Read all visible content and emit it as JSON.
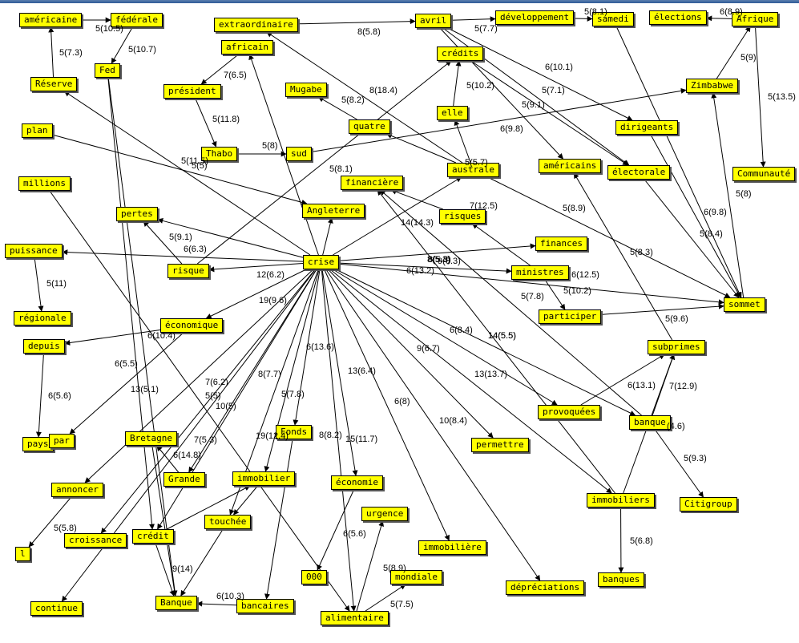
{
  "nodes": [
    {
      "id": "americaine",
      "label": "américaine"
    },
    {
      "id": "federale",
      "label": "fédérale"
    },
    {
      "id": "fed",
      "label": "Fed"
    },
    {
      "id": "reserve",
      "label": "Réserve"
    },
    {
      "id": "extraordinaire",
      "label": "extraordinaire"
    },
    {
      "id": "avril",
      "label": "avril"
    },
    {
      "id": "developpement",
      "label": "développement"
    },
    {
      "id": "samedi",
      "label": "samedi"
    },
    {
      "id": "elections",
      "label": "élections"
    },
    {
      "id": "afrique",
      "label": "Afrique"
    },
    {
      "id": "africain",
      "label": "africain"
    },
    {
      "id": "credits",
      "label": "crédits"
    },
    {
      "id": "zimbabwe",
      "label": "Zimbabwe"
    },
    {
      "id": "president",
      "label": "président"
    },
    {
      "id": "mugabe",
      "label": "Mugabe"
    },
    {
      "id": "quatre",
      "label": "quatre"
    },
    {
      "id": "elle",
      "label": "elle"
    },
    {
      "id": "dirigeants",
      "label": "dirigeants"
    },
    {
      "id": "plan",
      "label": "plan"
    },
    {
      "id": "thabo",
      "label": "Thabo"
    },
    {
      "id": "sud",
      "label": "sud"
    },
    {
      "id": "australe",
      "label": "australe"
    },
    {
      "id": "americains",
      "label": "américains"
    },
    {
      "id": "electorale",
      "label": "électorale"
    },
    {
      "id": "communaute",
      "label": "Communauté"
    },
    {
      "id": "millions",
      "label": "millions"
    },
    {
      "id": "financiere",
      "label": "financière"
    },
    {
      "id": "pertes",
      "label": "pertes"
    },
    {
      "id": "angleterre",
      "label": "Angleterre"
    },
    {
      "id": "risques",
      "label": "risques"
    },
    {
      "id": "puissance",
      "label": "puissance"
    },
    {
      "id": "finances",
      "label": "finances"
    },
    {
      "id": "crise",
      "label": "crise"
    },
    {
      "id": "risque",
      "label": "risque"
    },
    {
      "id": "ministres",
      "label": "ministres"
    },
    {
      "id": "sommet",
      "label": "sommet"
    },
    {
      "id": "regionale",
      "label": "régionale"
    },
    {
      "id": "participer",
      "label": "participer"
    },
    {
      "id": "economique",
      "label": "économique"
    },
    {
      "id": "depuis",
      "label": "depuis"
    },
    {
      "id": "subprimes",
      "label": "subprimes"
    },
    {
      "id": "provoquees",
      "label": "provoquées"
    },
    {
      "id": "banque",
      "label": "banque"
    },
    {
      "id": "pays",
      "label": "pays"
    },
    {
      "id": "par",
      "label": "par"
    },
    {
      "id": "bretagne",
      "label": "Bretagne"
    },
    {
      "id": "fonds",
      "label": "Fonds"
    },
    {
      "id": "permettre",
      "label": "permettre"
    },
    {
      "id": "grande",
      "label": "Grande"
    },
    {
      "id": "immobilier",
      "label": "immobilier"
    },
    {
      "id": "economie",
      "label": "économie"
    },
    {
      "id": "annoncer",
      "label": "annoncer"
    },
    {
      "id": "immobiliers",
      "label": "immobiliers"
    },
    {
      "id": "citigroup",
      "label": "Citigroup"
    },
    {
      "id": "touchee",
      "label": "touchée"
    },
    {
      "id": "urgence",
      "label": "urgence"
    },
    {
      "id": "l",
      "label": "l"
    },
    {
      "id": "croissance",
      "label": "croissance"
    },
    {
      "id": "credit",
      "label": "crédit"
    },
    {
      "id": "immobiliere",
      "label": "immobilière"
    },
    {
      "id": "banques",
      "label": "banques"
    },
    {
      "id": "n000",
      "label": "000"
    },
    {
      "id": "mondiale",
      "label": "mondiale"
    },
    {
      "id": "depreciations",
      "label": "dépréciations"
    },
    {
      "id": "continue",
      "label": "continue"
    },
    {
      "id": "banque2",
      "label": "Banque"
    },
    {
      "id": "bancaires",
      "label": "bancaires"
    },
    {
      "id": "alimentaire",
      "label": "alimentaire"
    }
  ],
  "edges": [
    {
      "from": "americaine",
      "to": "federale",
      "label": "5(10.5)"
    },
    {
      "from": "federale",
      "to": "fed",
      "label": "5(10.7)"
    },
    {
      "from": "reserve",
      "to": "americaine",
      "label": "5(7.3)"
    },
    {
      "from": "fed",
      "to": "banque2",
      "label": ""
    },
    {
      "from": "extraordinaire",
      "to": "avril",
      "label": "8(5.8)"
    },
    {
      "from": "avril",
      "to": "developpement",
      "label": "5(7.7)"
    },
    {
      "from": "developpement",
      "to": "samedi",
      "label": "5(8.1)"
    },
    {
      "from": "afrique",
      "to": "elections",
      "label": "6(8.9)"
    },
    {
      "from": "afrique",
      "to": "communaute",
      "label": "5(13.5)"
    },
    {
      "from": "zimbabwe",
      "to": "afrique",
      "label": "5(9)"
    },
    {
      "from": "africain",
      "to": "president",
      "label": "7(6.5)"
    },
    {
      "from": "president",
      "to": "thabo",
      "label": "5(11.8)"
    },
    {
      "from": "thabo",
      "to": "sud",
      "label": "5(8)"
    },
    {
      "from": "sud",
      "to": "zimbabwe",
      "label": ""
    },
    {
      "from": "quatre",
      "to": "mugabe",
      "label": "5(8.2)"
    },
    {
      "from": "australe",
      "to": "extraordinaire",
      "label": "8(18.4)"
    },
    {
      "from": "australe",
      "to": "quatre",
      "label": "5(5.7)"
    },
    {
      "from": "australe",
      "to": "elle",
      "label": ""
    },
    {
      "from": "elle",
      "to": "credits",
      "label": "5(10.2)"
    },
    {
      "from": "risque",
      "to": "credits",
      "label": "5(8.1)"
    },
    {
      "from": "avril",
      "to": "americains",
      "label": "5(9.1)"
    },
    {
      "from": "avril",
      "to": "dirigeants",
      "label": "6(10.1)"
    },
    {
      "from": "avril",
      "to": "electorale",
      "label": "5(7.1)"
    },
    {
      "from": "samedi",
      "to": "sommet",
      "label": "5(8.9)"
    },
    {
      "from": "dirigeants",
      "to": "sommet",
      "label": "6(9.8)"
    },
    {
      "from": "electorale",
      "to": "sommet",
      "label": "5(8.4)"
    },
    {
      "from": "sommet",
      "to": "zimbabwe",
      "label": "5(8)"
    },
    {
      "from": "australe",
      "to": "sommet",
      "label": "5(8.3)"
    },
    {
      "from": "credits",
      "to": "electorale",
      "label": "6(9.8)"
    },
    {
      "from": "plan",
      "to": "angleterre",
      "label": "5(11.5)"
    },
    {
      "from": "crise",
      "to": "reserve",
      "label": "5(5)"
    },
    {
      "from": "crise",
      "to": "africain",
      "label": ""
    },
    {
      "from": "crise",
      "to": "angleterre",
      "label": ""
    },
    {
      "from": "crise",
      "to": "australe",
      "label": "14(14.3)"
    },
    {
      "from": "crise",
      "to": "finances",
      "label": "8(5.3)"
    },
    {
      "from": "crise",
      "to": "ministres",
      "label": "9(6.3)"
    },
    {
      "from": "crise",
      "to": "risque",
      "label": "12(6.2)"
    },
    {
      "from": "crise",
      "to": "puissance",
      "label": ""
    },
    {
      "from": "crise",
      "to": "pertes",
      "label": "6(6.3)"
    },
    {
      "from": "risque",
      "to": "pertes",
      "label": "5(9.1)"
    },
    {
      "from": "crise",
      "to": "sommet",
      "label": "6(13.2)"
    },
    {
      "from": "crise",
      "to": "economique",
      "label": "19(9.6)"
    },
    {
      "from": "crise",
      "to": "banque",
      "label": "6(8.4)"
    },
    {
      "from": "crise",
      "to": "provoquees",
      "label": "9(6.7)"
    },
    {
      "from": "crise",
      "to": "immobiliers",
      "label": "13(13.7)"
    },
    {
      "from": "crise",
      "to": "permettre",
      "label": "10(8.4)"
    },
    {
      "from": "crise",
      "to": "immobiliere",
      "label": "6(8)"
    },
    {
      "from": "crise",
      "to": "depreciations",
      "label": ""
    },
    {
      "from": "crise",
      "to": "economie",
      "label": "13(6.4)"
    },
    {
      "from": "crise",
      "to": "fonds",
      "label": "6(13.6)"
    },
    {
      "from": "crise",
      "to": "alimentaire",
      "label": "15(11.7)"
    },
    {
      "from": "crise",
      "to": "touchee",
      "label": "8(7.7)"
    },
    {
      "from": "crise",
      "to": "grande",
      "label": "10(5)"
    },
    {
      "from": "crise",
      "to": "croissance",
      "label": "5(5)"
    },
    {
      "from": "crise",
      "to": "continue",
      "label": "7(6.2)"
    },
    {
      "from": "crise",
      "to": "credit",
      "label": "19(12.4)"
    },
    {
      "from": "crise",
      "to": "annoncer",
      "label": "13(5.1)"
    },
    {
      "from": "crise",
      "to": "immobilier",
      "label": "5(7.8)"
    },
    {
      "from": "risques",
      "to": "financiere",
      "label": "7(12.5)"
    },
    {
      "from": "ministres",
      "to": "risques",
      "label": "6(12.5)"
    },
    {
      "from": "ministres",
      "to": "participer",
      "label": "5(10.2)"
    },
    {
      "from": "participer",
      "to": "sommet",
      "label": ""
    },
    {
      "from": "subprimes",
      "to": "americains",
      "label": "5(9.6)"
    },
    {
      "from": "provoquees",
      "to": "subprimes",
      "label": "6(13.1)"
    },
    {
      "from": "banque",
      "to": "subprimes",
      "label": "7(12.9)"
    },
    {
      "from": "banque",
      "to": "financiere",
      "label": "14(5.5)"
    },
    {
      "from": "banque",
      "to": "citigroup",
      "label": "5(9.3)"
    },
    {
      "from": "immobiliers",
      "to": "financiere",
      "label": ""
    },
    {
      "from": "immobiliers",
      "to": "subprimes",
      "label": ""
    },
    {
      "from": "immobiliers",
      "to": "banques",
      "label": "5(6.8)"
    },
    {
      "from": "puissance",
      "to": "regionale",
      "label": "5(11)"
    },
    {
      "from": "economique",
      "to": "depuis",
      "label": "6(10.4)"
    },
    {
      "from": "economique",
      "to": "par",
      "label": "6(5.5)"
    },
    {
      "from": "depuis",
      "to": "pays",
      "label": "6(5.6)"
    },
    {
      "from": "grande",
      "to": "bretagne",
      "label": "6(14.8)"
    },
    {
      "from": "bretagne",
      "to": "banque2",
      "label": "7(5.3)"
    },
    {
      "from": "annoncer",
      "to": "l",
      "label": "5(5.8)"
    },
    {
      "from": "credit",
      "to": "immobilier",
      "label": ""
    },
    {
      "from": "credit",
      "to": "banque2",
      "label": "9(14)"
    },
    {
      "from": "immobilier",
      "to": "touchee",
      "label": ""
    },
    {
      "from": "touchee",
      "to": "banque2",
      "label": ""
    },
    {
      "from": "fonds",
      "to": "bancaires",
      "label": ""
    },
    {
      "from": "bancaires",
      "to": "banque2",
      "label": "6(10.3)"
    },
    {
      "from": "economie",
      "to": "n000",
      "label": "6(5.6)"
    },
    {
      "from": "alimentaire",
      "to": "urgence",
      "label": "5(8.9)"
    },
    {
      "from": "alimentaire",
      "to": "mondiale",
      "label": "5(7.5)"
    },
    {
      "from": "millions",
      "to": "alimentaire",
      "label": ""
    },
    {
      "from": "fed",
      "to": "credit",
      "label": ""
    }
  ],
  "extra_labels": [
    {
      "text": "5(7.8)"
    },
    {
      "text": "14(5.5)"
    },
    {
      "text": "(4.6)"
    },
    {
      "text": "8(8.2)"
    },
    {
      "text": "8(5.3)"
    }
  ]
}
